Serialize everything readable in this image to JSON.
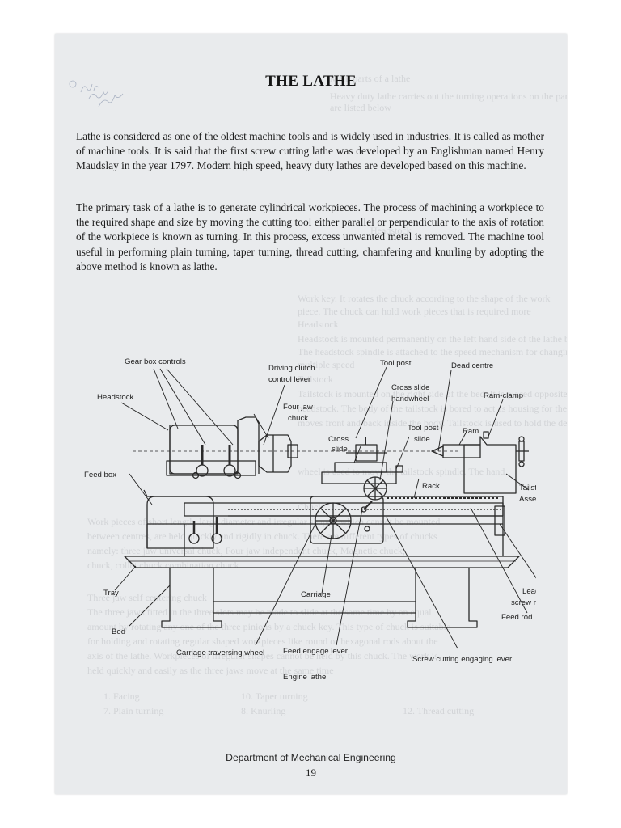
{
  "document": {
    "title": "THE LATHE",
    "paragraphs": [
      "Lathe is considered as one of the oldest machine tools and is widely used in industries. It is called as mother of machine tools. It is said that the first screw cutting lathe was developed by an Englishman named Henry Maudslay in the year 1797. Modern high speed, heavy duty lathes are developed based on this machine.",
      "The primary task of a lathe is to generate cylindrical workpieces. The process of machining a workpiece to the required shape and size by moving the cutting tool either parallel or perpendicular to the axis of rotation of the workpiece is known as turning. In this process, excess unwanted metal is removed. The machine tool useful in performing plain turning, taper turning, thread cutting, chamfering and knurling by adopting the above method is known as lathe."
    ],
    "diagram": {
      "labels": {
        "gear_box_controls": "Gear box controls",
        "driving_clutch_1": "Driving clutch",
        "driving_clutch_2": "control lever",
        "tool_post": "Tool post",
        "dead_centre": "Dead centre",
        "cross_slide_handwheel_1": "Cross slide",
        "cross_slide_handwheel_2": "handwheel",
        "headstock": "Headstock",
        "four_jaw_1": "Four jaw",
        "four_jaw_2": "chuck",
        "ram_clamp": "Ram-clamp",
        "tool_post_slide_1": "Tool post",
        "tool_post_slide_2": "slide",
        "ram": "Ram",
        "cross_slide_1": "Cross",
        "cross_slide_2": "slide",
        "feed_box": "Feed box",
        "rack": "Rack",
        "tailstock_1": "Tailstock",
        "tailstock_2": "Assembly",
        "tray": "Tray",
        "carriage": "Carriage",
        "lead_screw_1": "Lead",
        "lead_screw_2": "screw rod",
        "feed_rod": "Feed rod",
        "bed": "Bed",
        "carriage_wheel": "Carriage traversing wheel",
        "feed_engage": "Feed engage lever",
        "screw_engage": "Screw cutting engaging lever",
        "caption": "Engine lathe"
      }
    },
    "footer": {
      "department": "Department of Mechanical Engineering",
      "page_number": "19"
    }
  }
}
